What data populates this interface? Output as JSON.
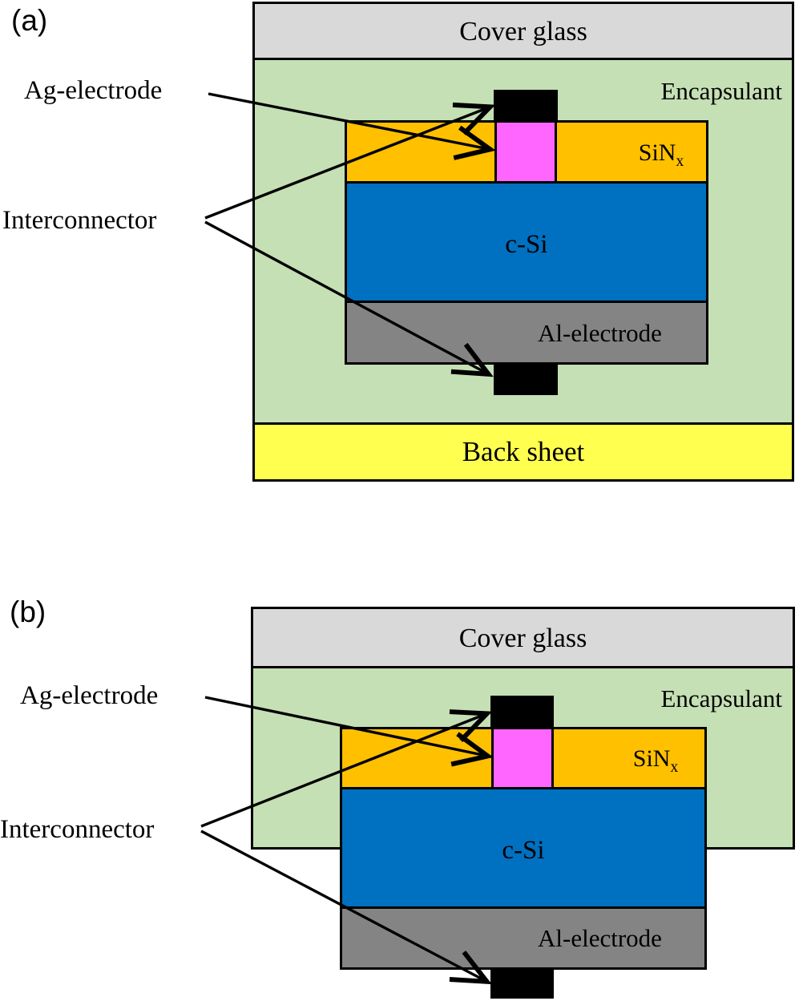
{
  "figure": {
    "description_labels": {
      "ag_electrode": "Ag-electrode",
      "interconnector": "Interconnector"
    }
  },
  "colors": {
    "cover_glass": "#d9d9d9",
    "encapsulant": "#c5e0b4",
    "sinx": "#ffc000",
    "c_si": "#0070c0",
    "al_electrode": "#848484",
    "back_sheet": "#ffff4f",
    "ag_pink": "#ff66ff",
    "interconnector_black": "#000000",
    "border": "#000000"
  },
  "panel_a": {
    "tag": "(a)",
    "layers": {
      "cover_glass": "Cover glass",
      "encapsulant": "Encapsulant",
      "sinx_text": "SiN",
      "sinx_sub": "x",
      "c_si": "c-Si",
      "al_electrode": "Al-electrode",
      "back_sheet": "Back sheet"
    },
    "callouts": {
      "ag": "Ag-electrode",
      "interconnector": "Interconnector"
    }
  },
  "panel_b": {
    "tag": "(b)",
    "layers": {
      "cover_glass": "Cover glass",
      "encapsulant": "Encapsulant",
      "sinx_text": "SiN",
      "sinx_sub": "x",
      "c_si": "c-Si",
      "al_electrode": "Al-electrode"
    },
    "callouts": {
      "ag": "Ag-electrode",
      "interconnector": "Interconnector"
    }
  }
}
